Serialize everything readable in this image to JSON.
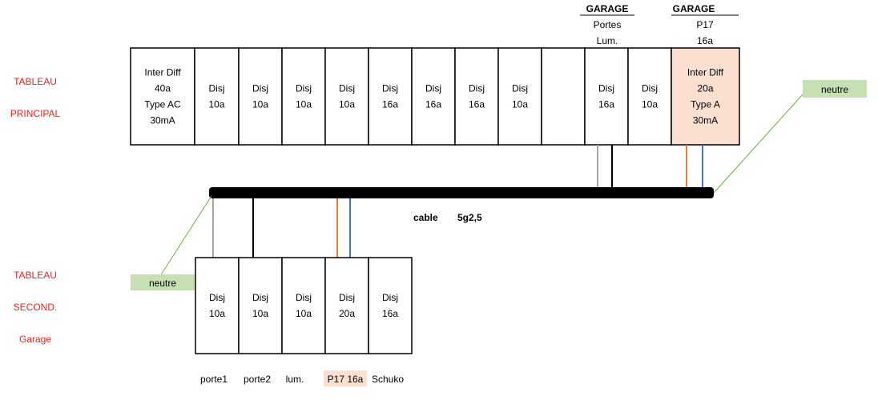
{
  "colors": {
    "label_red": "#e8251c",
    "highlight_fill": "#fbe0d2",
    "neutre_fill": "#c6e0b4",
    "wire_black": "#000000",
    "wire_grey": "#a6a6a6",
    "wire_orange": "#ed7d31",
    "wire_blue": "#4472c4",
    "callout_line": "#70ad47"
  },
  "main_panel": {
    "label": [
      "TABLEAU",
      "PRINCIPAL"
    ],
    "modules": [
      {
        "lines": [
          "Inter Diff",
          "40a",
          "Type AC",
          "30mA"
        ],
        "highlight": false
      },
      {
        "lines": [
          "Disj",
          "10a"
        ],
        "highlight": false
      },
      {
        "lines": [
          "Disj",
          "10a"
        ],
        "highlight": false
      },
      {
        "lines": [
          "Disj",
          "10a"
        ],
        "highlight": false
      },
      {
        "lines": [
          "Disj",
          "10a"
        ],
        "highlight": false
      },
      {
        "lines": [
          "Disj",
          "16a"
        ],
        "highlight": false
      },
      {
        "lines": [
          "Disj",
          "16a"
        ],
        "highlight": false
      },
      {
        "lines": [
          "Disj",
          "16a"
        ],
        "highlight": false
      },
      {
        "lines": [
          "Disj",
          "10a"
        ],
        "highlight": false
      },
      {
        "lines": [],
        "highlight": false
      },
      {
        "lines": [
          "Disj",
          "16a"
        ],
        "highlight": false
      },
      {
        "lines": [
          "Disj",
          "10a"
        ],
        "highlight": false
      },
      {
        "lines": [
          "Inter Diff",
          "20a",
          "Type A",
          "30mA"
        ],
        "highlight": true
      }
    ],
    "header_garage_1": {
      "title": "GARAGE",
      "lines": [
        "Portes",
        "Lum."
      ]
    },
    "header_garage_2": {
      "title": "GARAGE",
      "lines": [
        "P17",
        "16a"
      ]
    },
    "neutre_label": "neutre"
  },
  "cable": {
    "label_1": "cable",
    "label_2": "5g2,5"
  },
  "second_panel": {
    "label": [
      "TABLEAU",
      "SECOND.",
      "Garage"
    ],
    "modules": [
      {
        "lines": [
          "Disj",
          "10a"
        ],
        "highlight": false
      },
      {
        "lines": [
          "Disj",
          "10a"
        ],
        "highlight": false
      },
      {
        "lines": [
          "Disj",
          "10a"
        ],
        "highlight": false
      },
      {
        "lines": [
          "Disj",
          "20a"
        ],
        "highlight": false
      },
      {
        "lines": [
          "Disj",
          "16a"
        ],
        "highlight": false
      }
    ],
    "bottom_labels": [
      {
        "text": "porte1",
        "highlight": false
      },
      {
        "text": "porte2",
        "highlight": false
      },
      {
        "text": "lum.",
        "highlight": false
      },
      {
        "text": "P17 16a",
        "highlight": true
      },
      {
        "text": "Schuko",
        "highlight": false
      }
    ],
    "neutre_label": "neutre"
  }
}
